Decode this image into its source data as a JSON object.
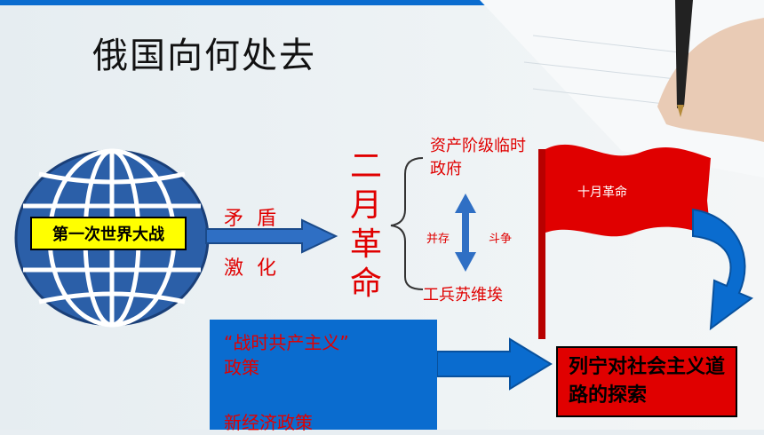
{
  "title": "俄国向何处去",
  "ww1_label": "第一次世界大战",
  "contradiction": "矛 盾",
  "intensify": "激 化",
  "february_revolution": "二月革命",
  "bourgeois_gov": "资产阶级临时政府",
  "soviet": "工兵苏维埃",
  "coexist": "并存",
  "struggle": "斗争",
  "october_revolution": "十月革命",
  "war_communism": "“战时共产主义”",
  "policy": "政策",
  "nep": "新经济政策",
  "lenin_box": "列宁对社会主义道路的探索",
  "colors": {
    "red": "#e00000",
    "blue": "#0a6ccf",
    "yellow": "#ffff00",
    "globe_blue": "#2b5fa8"
  }
}
